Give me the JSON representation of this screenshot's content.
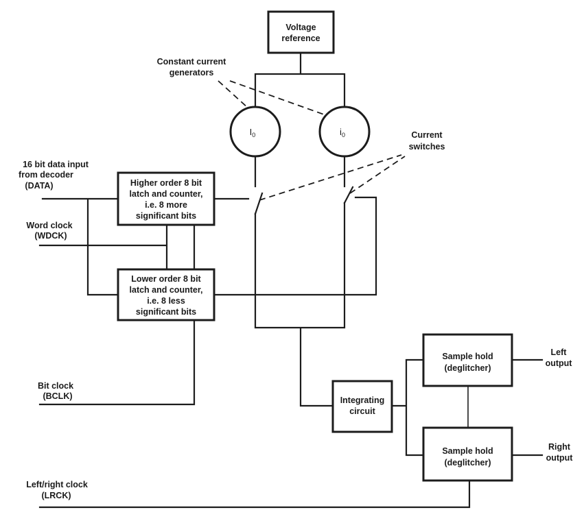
{
  "blocks": {
    "voltage_reference": [
      "Voltage",
      "reference"
    ],
    "higher_latch": [
      "Higher order 8 bit",
      "latch and counter,",
      "i.e. 8 more",
      "significant bits"
    ],
    "lower_latch": [
      "Lower order 8 bit",
      "latch and counter,",
      "i.e. 8 less",
      "significant bits"
    ],
    "integrating_circuit": [
      "Integrating",
      "circuit"
    ],
    "sample_hold_left": [
      "Sample hold",
      "(deglitcher)"
    ],
    "sample_hold_right": [
      "Sample hold",
      "(deglitcher)"
    ]
  },
  "current_sources": {
    "left": {
      "symbol": "I",
      "subscript": "0"
    },
    "right": {
      "symbol": "i",
      "subscript": "0"
    }
  },
  "annotations": {
    "constant_current_generators": [
      "Constant current",
      "generators"
    ],
    "current_switches": [
      "Current",
      "switches"
    ]
  },
  "inputs": {
    "data": [
      "16 bit data input",
      "from decoder",
      "(DATA)"
    ],
    "word_clock": [
      "Word clock",
      "(WDCK)"
    ],
    "bit_clock": [
      "Bit clock",
      "(BCLK)"
    ],
    "lr_clock": [
      "Left/right clock",
      "(LRCK)"
    ]
  },
  "outputs": {
    "left": [
      "Left",
      "output"
    ],
    "right": [
      "Right",
      "output"
    ]
  }
}
